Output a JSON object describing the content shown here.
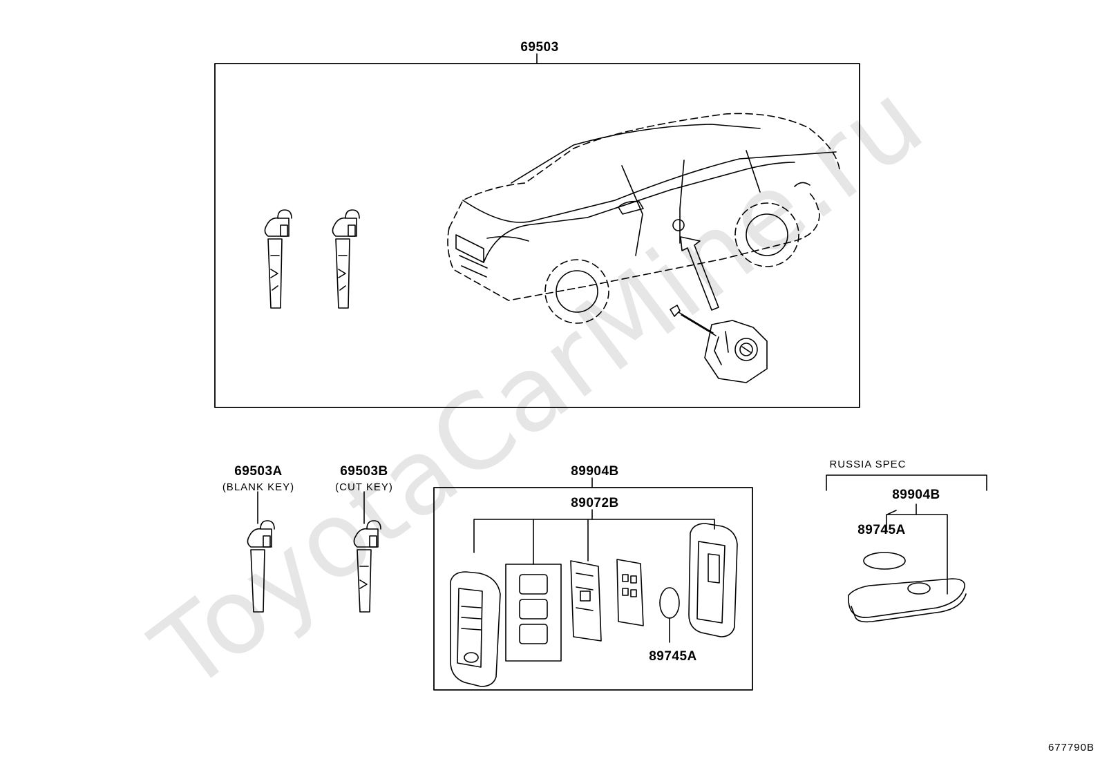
{
  "watermark": "ToyotaCarMine.ru",
  "catalog_number": "677790B",
  "main_kit": {
    "part_no": "69503"
  },
  "keys": [
    {
      "part_no": "69503A",
      "note": "(BLANK KEY)"
    },
    {
      "part_no": "69503B",
      "note": "(CUT KEY)"
    }
  ],
  "smart_key_kit": {
    "part_no": "89904B",
    "sub_assembly": "89072B",
    "battery": "89745A"
  },
  "russia_spec": {
    "heading": "RUSSIA SPEC",
    "part_no": "89904B",
    "battery": "89745A"
  }
}
